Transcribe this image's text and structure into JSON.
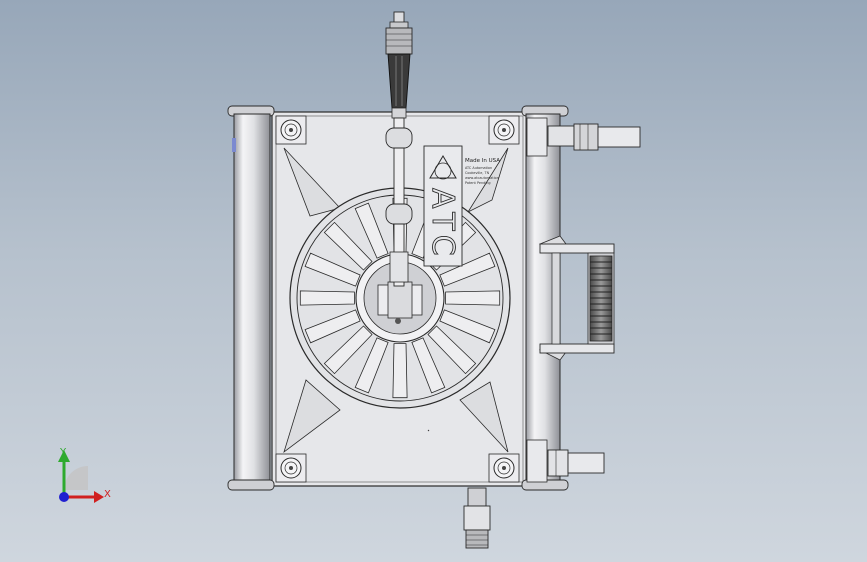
{
  "view": {
    "background_top": "#97a7b9",
    "background_bottom": "#cfd6de",
    "line_color": "#2a2a2a",
    "body_fill": "#e6e7ea"
  },
  "nameplate": {
    "made_in": "Made In USA",
    "brand": "ATC",
    "fine_print": [
      "ATC Automation",
      "Cookeville, TN",
      "www.atcautomation",
      "Patent Pending"
    ]
  },
  "triad": {
    "y_label": "Y",
    "x_label": "X",
    "y_color": "#2eaa2e",
    "x_color": "#d02020",
    "z_color": "#2020d0"
  }
}
